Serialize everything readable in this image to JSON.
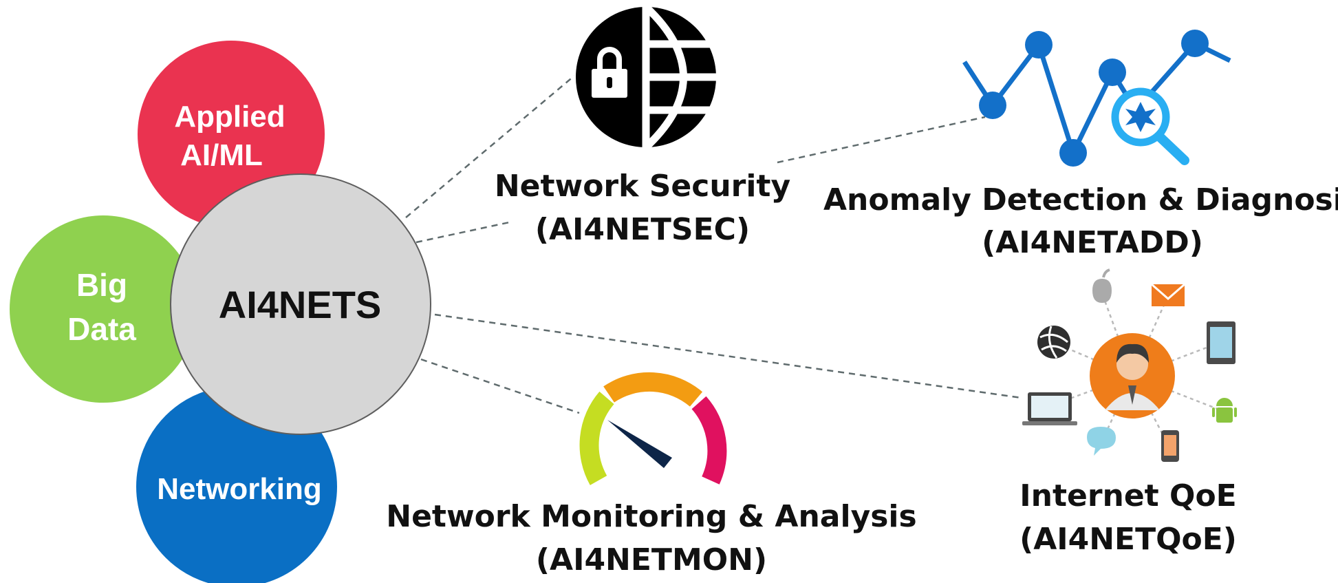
{
  "colors": {
    "applied": "#ea3350",
    "bigdata": "#8fd14f",
    "networking": "#0a6fc4",
    "hub": "#d6d6d6",
    "accent_blue": "#1370c9",
    "accent_cyan": "#29aef2",
    "gauge_yellow": "#c5dd22",
    "gauge_orange": "#f39c12",
    "gauge_pink": "#e0115f",
    "qoe_orange": "#ef7d1a"
  },
  "pillars": {
    "applied": [
      "Applied",
      "AI/ML"
    ],
    "bigdata": [
      "Big",
      "Data"
    ],
    "networking": "Networking"
  },
  "hub": "AI4NETS",
  "areas": {
    "security": {
      "name": "Network Security",
      "code": "(AI4NETSEC)",
      "icon": "globe-lock-icon"
    },
    "anomaly": {
      "name": "Anomaly Detection & Diagnosis",
      "code": "(AI4NETADD)",
      "icon": "anomaly-chart-icon"
    },
    "monitoring": {
      "name": "Network Monitoring & Analysis",
      "code": "(AI4NETMON)",
      "icon": "gauge-icon"
    },
    "qoe": {
      "name": "Internet QoE",
      "code": "(AI4NETQoE)",
      "icon": "user-devices-icon"
    }
  }
}
